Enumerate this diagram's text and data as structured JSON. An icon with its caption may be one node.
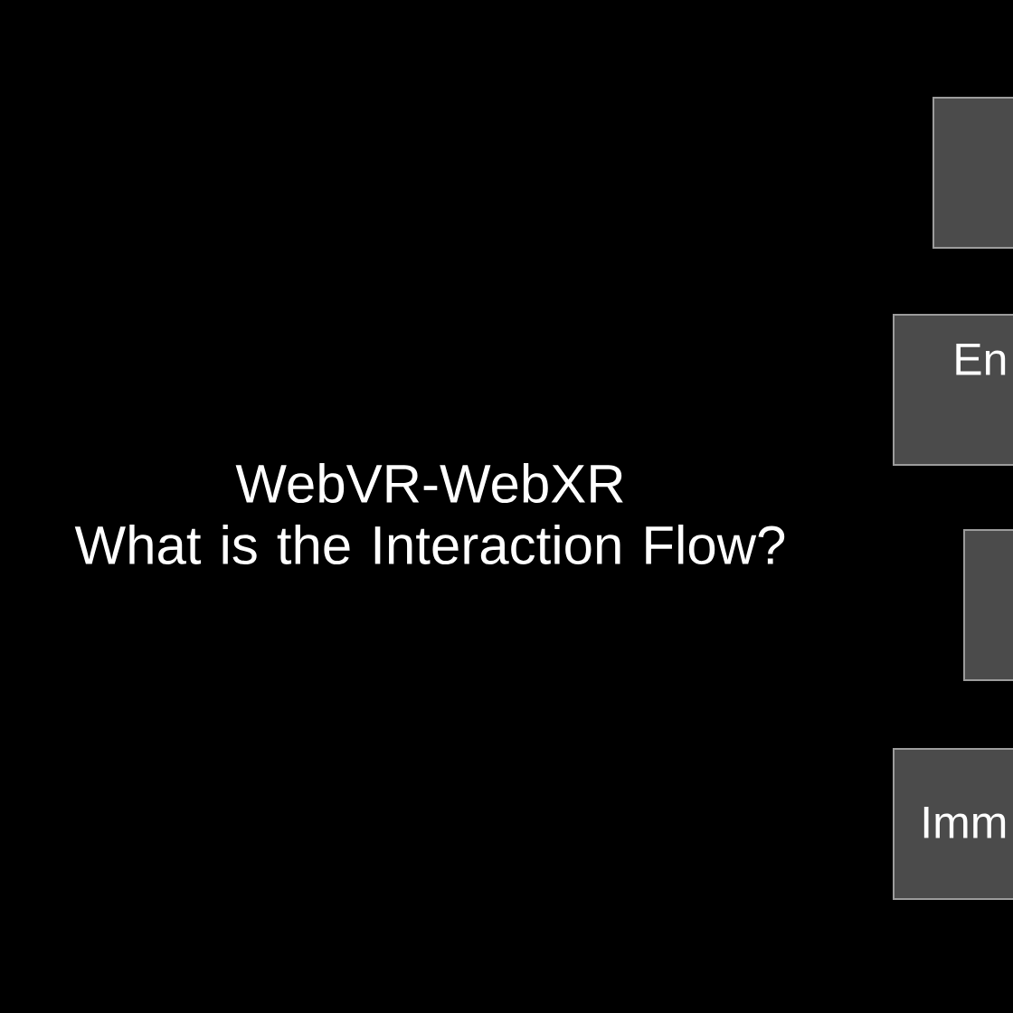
{
  "diagram": {
    "title": "WebVR-WebXR What is the Interaction Flow?",
    "nodes": [
      {
        "text": [],
        "shape": "box"
      },
      {
        "text": [
          "En"
        ]
      },
      {
        "text": [],
        "shape": "box"
      },
      {
        "text": [
          "Imm"
        ]
      }
    ]
  }
}
